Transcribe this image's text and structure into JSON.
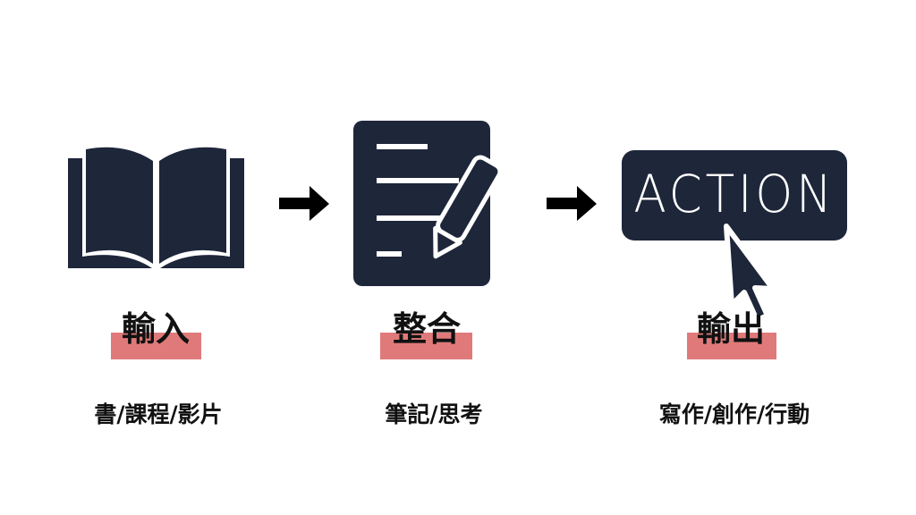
{
  "colors": {
    "icon": "#1e263a",
    "highlight": "#e07a7a",
    "arrow": "#000000"
  },
  "steps": [
    {
      "icon": "open-book-icon",
      "title": "輸入",
      "subtitle": "書/課程/影片"
    },
    {
      "icon": "document-pen-icon",
      "title": "整合",
      "subtitle": "筆記/思考"
    },
    {
      "icon": "action-button-cursor-icon",
      "title": "輸出",
      "subtitle": "寫作/創作/行動",
      "button_text": "ACTION"
    }
  ]
}
